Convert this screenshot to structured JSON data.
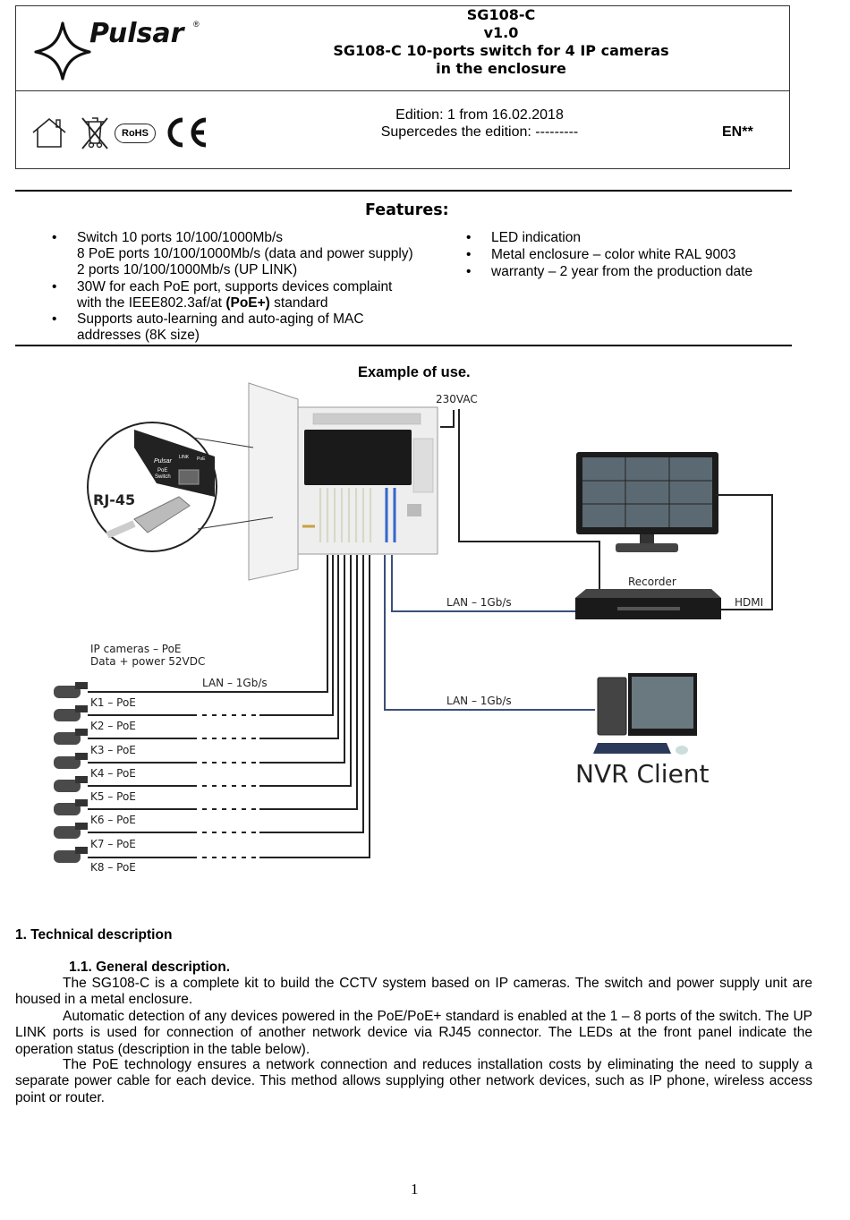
{
  "header": {
    "brand": "Pulsar",
    "registered": "®",
    "model": "SG108-C",
    "version": "v1.0",
    "title_line1": "SG108-C 10-ports switch for 4 IP cameras",
    "title_line2": "in the enclosure",
    "rohs": "RoHS",
    "ce": "CE",
    "edition": "Edition: 1 from 16.02.2018",
    "supercedes": "Supercedes the edition: ---------",
    "language": "EN**"
  },
  "features": {
    "heading": "Features:",
    "left": [
      {
        "lines": [
          "Switch 10 ports 10/100/1000Mb/s",
          "8 PoE ports 10/100/1000Mb/s (data and power supply)",
          "2 ports 10/100/1000Mb/s (UP LINK)"
        ]
      },
      {
        "lines": [
          "30W for each PoE port, supports devices complaint",
          "with the IEEE802.3af/at "
        ],
        "bold": "(PoE+)",
        "tail": " standard"
      },
      {
        "lines": [
          "Supports auto-learning and auto-aging of MAC",
          "addresses (8K size)"
        ]
      }
    ],
    "right": [
      "LED indication",
      "Metal enclosure – color white RAL 9003",
      "warranty – 2 year from the production date"
    ]
  },
  "diagram": {
    "heading": "Example of use.",
    "vac": "230VAC",
    "rj45": "RJ-45",
    "recorder": "Recorder",
    "hdmi": "HDMI",
    "lan1": "LAN – 1Gb/s",
    "lan2": "LAN – 1Gb/s",
    "lan3": "LAN – 1Gb/s",
    "cameras_line1": "IP cameras – PoE",
    "cameras_line2": "Data + power 52VDC",
    "nvr": "NVR Client",
    "ports": [
      "K1 – PoE",
      "K2 – PoE",
      "K3 – PoE",
      "K4 – PoE",
      "K5 – PoE",
      "K6 – PoE",
      "K7 – PoE",
      "K8 – PoE"
    ],
    "switch_text": [
      "Pulsar",
      "PoE",
      "Switch",
      "LINK",
      "PoE"
    ]
  },
  "section": {
    "heading": "1. Technical description",
    "subheading": "1.1. General description.",
    "p1": "The SG108-C is a complete kit to build the CCTV system based on IP cameras. The switch and power supply unit are housed in a metal enclosure.",
    "p2": "Automatic detection of any devices powered in the PoE/PoE+ standard is enabled at the 1 – 8 ports of the switch. The UP LINK ports is used for connection of another network device via RJ45 connector. The LEDs at the front panel indicate the operation status (description in the table below).",
    "p3": "The PoE technology ensures a network connection and reduces installation costs by eliminating the need to supply a separate power cable for each device. This method allows supplying other network devices, such as IP phone, wireless access point or router."
  },
  "page_number": "1"
}
